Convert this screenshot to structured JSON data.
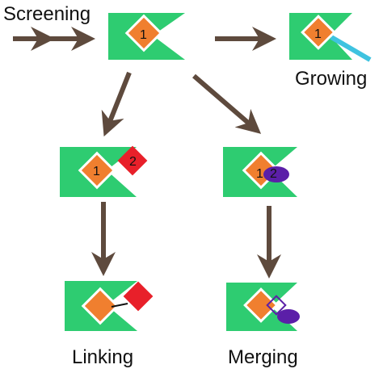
{
  "labels": {
    "screening": "Screening",
    "growing": "Growing",
    "linking": "Linking",
    "merging": "Merging"
  },
  "fragments": {
    "first": "1",
    "second": "2"
  },
  "colors": {
    "pocket": "#2ecc71",
    "fragment_one": "#f07f2f",
    "fragment_two_linking": "#e8202a",
    "fragment_two_merging": "#5b1fa8",
    "growth_extension": "#3fc3e0",
    "arrow": "#5e4a3d",
    "linker": "#111111"
  },
  "icons": {
    "arrow": "arrow-icon",
    "pocket": "protein-pocket-icon",
    "fragment": "diamond-fragment-icon",
    "ellipse_fragment": "ellipse-fragment-icon"
  }
}
